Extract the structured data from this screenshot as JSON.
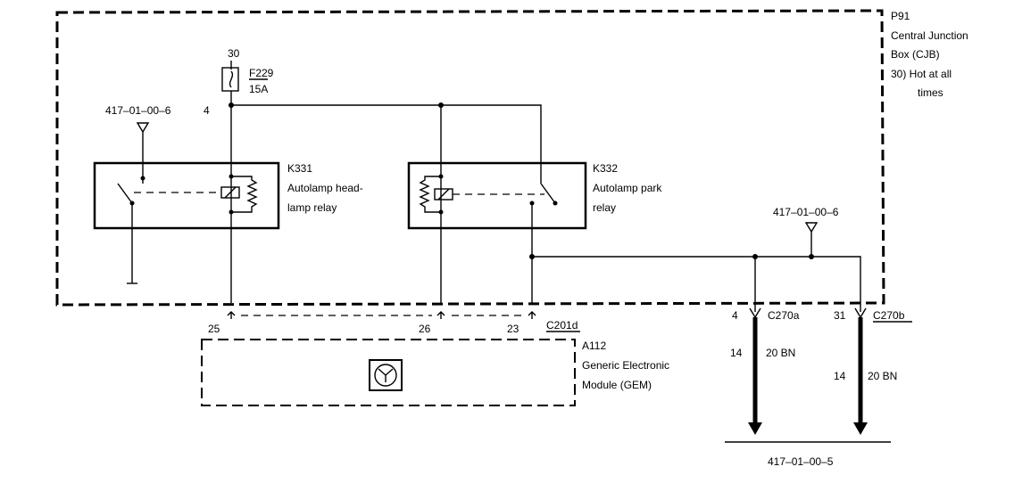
{
  "cjb": {
    "id": "P91",
    "name_line1": "Central Junction",
    "name_line2": "Box (CJB)",
    "note_line1": "30)  Hot at all",
    "note_line2": "times"
  },
  "fuse": {
    "feed": "30",
    "id": "F229",
    "rating": "15A"
  },
  "refs": {
    "ref_left": "417–01–00–6",
    "ref_right": "417–01–00–6",
    "ref_bottom": "417–01–00–5"
  },
  "relays": {
    "k331": {
      "id": "K331",
      "line1": "Autolamp head-",
      "line2": "lamp relay"
    },
    "k332": {
      "id": "K332",
      "line1": "Autolamp park",
      "line2": "relay"
    }
  },
  "connectors": {
    "c201d": {
      "id": "C201d",
      "pin_a": "25",
      "pin_b": "26",
      "pin_c": "23"
    },
    "c270a": {
      "id": "C270a",
      "pin": "4",
      "circuit": "14",
      "wire": "20 BN"
    },
    "c270b": {
      "id": "C270b",
      "pin": "31",
      "circuit": "14",
      "wire": "20 BN"
    }
  },
  "module": {
    "id": "A112",
    "line1": "Generic Electronic",
    "line2": "Module (GEM)"
  },
  "marks": {
    "ref_marker": "4"
  }
}
